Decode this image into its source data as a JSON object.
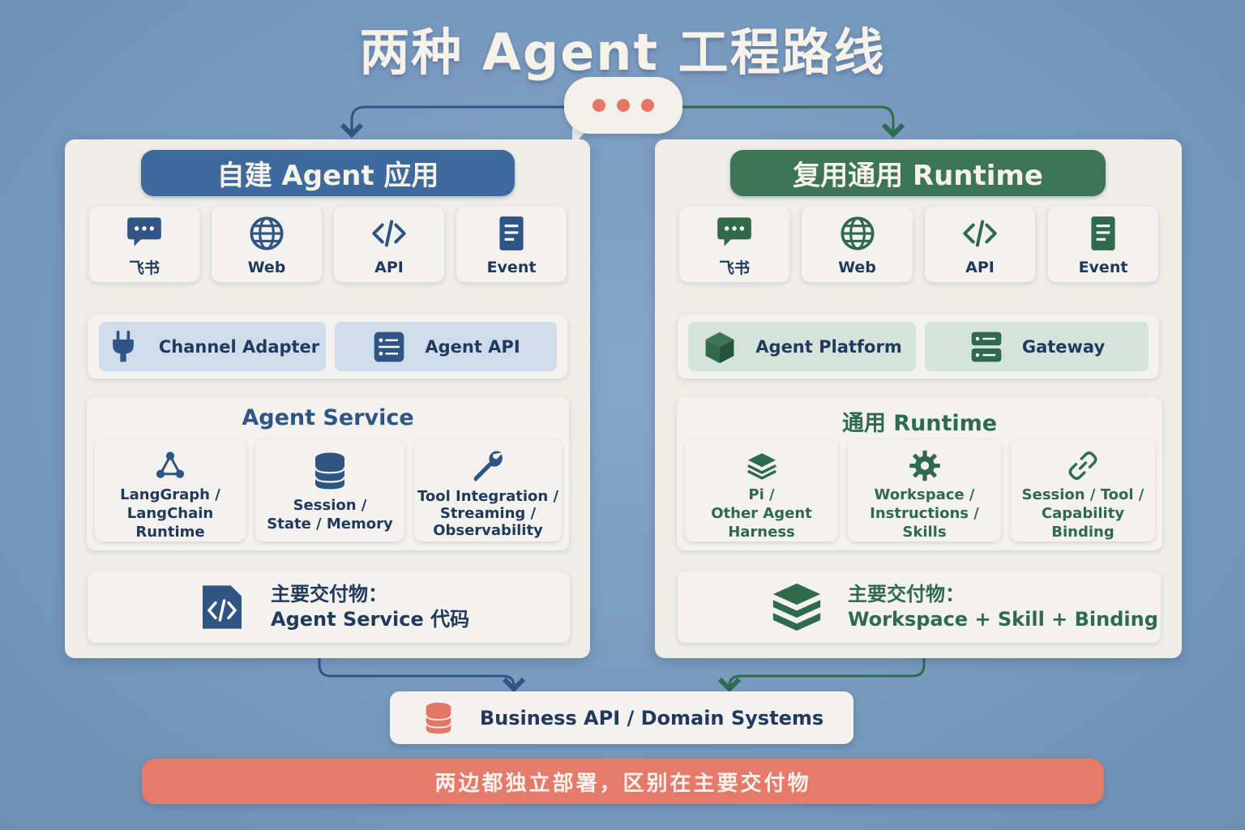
{
  "title": "两种 Agent 工程路线",
  "colors": {
    "blue": "#3d6a9c",
    "green": "#3c7556",
    "coral": "#e57a6a",
    "background": "#7d9ec2"
  },
  "left": {
    "banner": "自建 Agent 应用",
    "channels": [
      {
        "label": "飞书",
        "icon": "chat-icon"
      },
      {
        "label": "Web",
        "icon": "globe-icon"
      },
      {
        "label": "API",
        "icon": "code-icon"
      },
      {
        "label": "Event",
        "icon": "document-icon"
      }
    ],
    "adapters": [
      {
        "label": "Channel Adapter",
        "icon": "plug-icon"
      },
      {
        "label": "Agent API",
        "icon": "list-icon"
      }
    ],
    "service_title": "Agent Service",
    "components": [
      {
        "line1": "LangGraph /",
        "line2": "LangChain Runtime",
        "line3": "",
        "icon": "graph-icon"
      },
      {
        "line1": "Session /",
        "line2": "State / Memory",
        "line3": "",
        "icon": "database-icon"
      },
      {
        "line1": "Tool Integration /",
        "line2": "Streaming /",
        "line3": "Observability",
        "icon": "wrench-icon"
      }
    ],
    "deliverable_label": "主要交付物：",
    "deliverable_value": "Agent Service 代码",
    "deliverable_icon": "code-file-icon"
  },
  "right": {
    "banner": "复用通用 Runtime",
    "channels": [
      {
        "label": "飞书",
        "icon": "chat-icon"
      },
      {
        "label": "Web",
        "icon": "globe-icon"
      },
      {
        "label": "API",
        "icon": "code-icon"
      },
      {
        "label": "Event",
        "icon": "document-icon"
      }
    ],
    "adapters": [
      {
        "label": "Agent Platform",
        "icon": "cube-icon"
      },
      {
        "label": "Gateway",
        "icon": "server-icon"
      }
    ],
    "service_title": "通用 Runtime",
    "components": [
      {
        "line1": "Pi /",
        "line2": "Other Agent Harness",
        "icon": "layers-icon"
      },
      {
        "line1": "Workspace /",
        "line2": "Instructions / Skills",
        "icon": "gear-icon"
      },
      {
        "line1": "Session / Tool /",
        "line2": "Capability Binding",
        "icon": "link-icon"
      }
    ],
    "deliverable_label": "主要交付物：",
    "deliverable_value": "Workspace + Skill + Binding",
    "deliverable_icon": "stack-icon"
  },
  "business": {
    "label": "Business API / Domain Systems",
    "icon": "database-icon"
  },
  "footer": "两边都独立部署，区别在主要交付物"
}
